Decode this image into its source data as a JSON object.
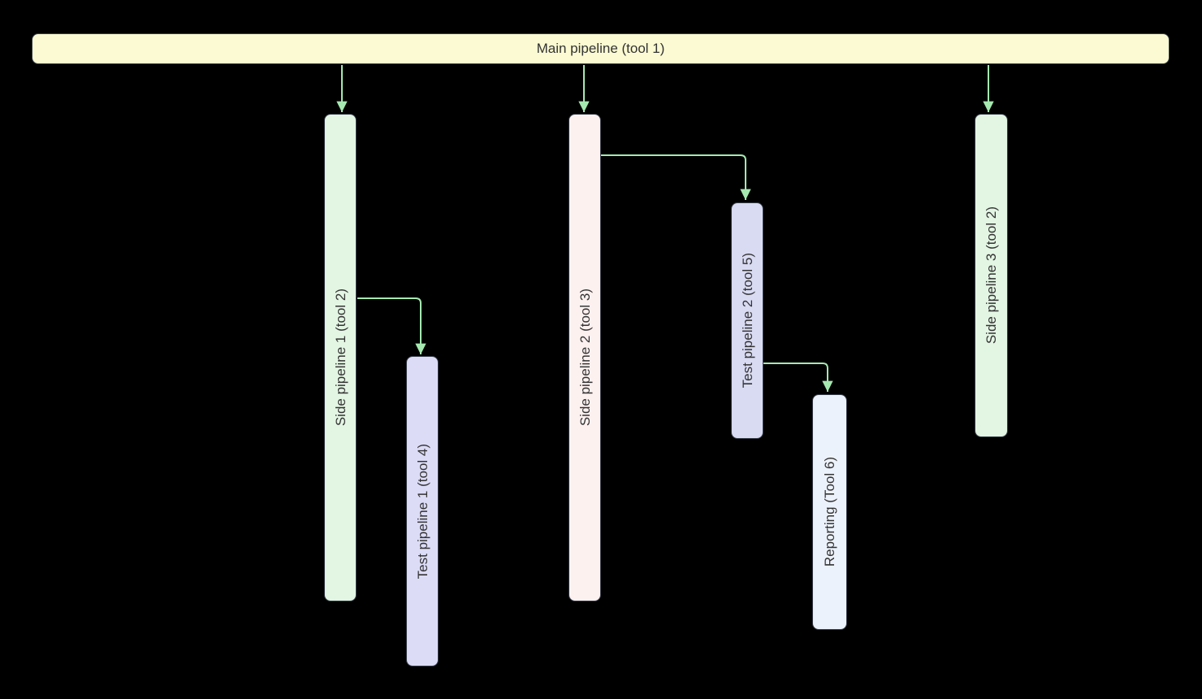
{
  "diagram": {
    "type": "flowchart",
    "background": "#000000",
    "nodes": {
      "main": {
        "label": "Main pipeline (tool 1)",
        "shape": "horizontal-bar",
        "fill": "#fbfad2"
      },
      "side1": {
        "label": "Side pipeline 1 (tool 2)",
        "shape": "vertical-bar",
        "fill": "#e3f5e3"
      },
      "test1": {
        "label": "Test pipeline 1 (tool 4)",
        "shape": "vertical-bar",
        "fill": "#dcdcf7"
      },
      "side2": {
        "label": "Side pipeline 2 (tool 3)",
        "shape": "vertical-bar",
        "fill": "#fdf1f0"
      },
      "test2": {
        "label": "Test pipeline 2 (tool 5)",
        "shape": "vertical-bar",
        "fill": "#d9dbf3"
      },
      "report": {
        "label": "Reporting (Tool 6)",
        "shape": "vertical-bar",
        "fill": "#ecf2fb"
      },
      "side3": {
        "label": "Side pipeline 3 (tool 2)",
        "shape": "vertical-bar",
        "fill": "#e3f5e3"
      }
    },
    "edges": [
      {
        "from": "main",
        "to": "side1"
      },
      {
        "from": "main",
        "to": "side2"
      },
      {
        "from": "main",
        "to": "side3"
      },
      {
        "from": "side1",
        "to": "test1"
      },
      {
        "from": "side2",
        "to": "test2"
      },
      {
        "from": "test2",
        "to": "report"
      }
    ],
    "colors": {
      "edge": "#a5e9b0",
      "node_border": "#333a45",
      "text": "#333333"
    }
  }
}
